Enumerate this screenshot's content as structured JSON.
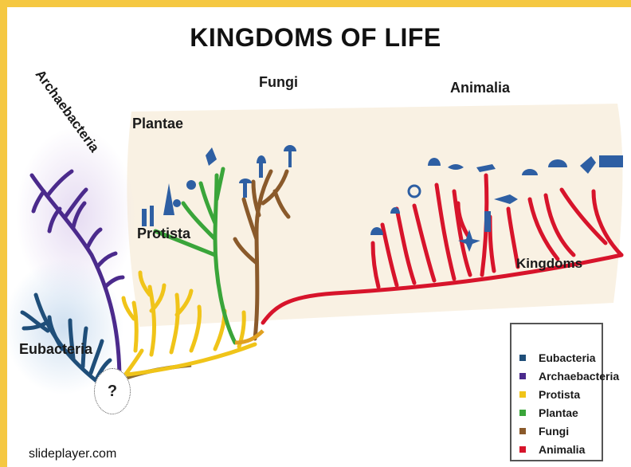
{
  "title": "KINGDOMS OF LIFE",
  "labels": {
    "archaebacteria": "Archaebacteria",
    "plantae": "Plantae",
    "fungi": "Fungi",
    "animalia": "Animalia",
    "protista": "Protista",
    "eubacteria": "Eubacteria",
    "kingdoms": "Kingdoms"
  },
  "unknown_origin": "?",
  "legend": [
    {
      "label": "Eubacteria",
      "color": "#1f4e79"
    },
    {
      "label": "Archaebacteria",
      "color": "#4b2a8c"
    },
    {
      "label": "Protista",
      "color": "#f0c419"
    },
    {
      "label": "Plantae",
      "color": "#3aa53a"
    },
    {
      "label": "Fungi",
      "color": "#8a5a2b"
    },
    {
      "label": "Animalia",
      "color": "#d7142b"
    }
  ],
  "credit": "slideplayer.com"
}
